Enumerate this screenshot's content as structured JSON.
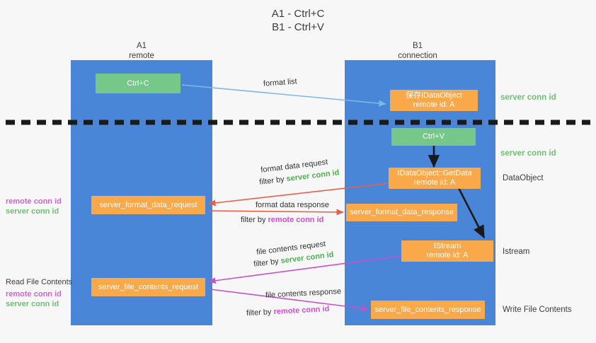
{
  "title": {
    "line1": "A1 - Ctrl+C",
    "line2": "B1 - Ctrl+V"
  },
  "columns": [
    {
      "name": "A1",
      "sub": "remote"
    },
    {
      "name": "B1",
      "sub": "connection"
    }
  ],
  "nodes": {
    "ctrl_c": {
      "line1": "Ctrl+C"
    },
    "save_idataobject": {
      "line1": "保存IDataObject",
      "line2": "remote id: A"
    },
    "ctrl_v": {
      "line1": "Ctrl+V"
    },
    "getdata": {
      "line1": "IDataObject::GetData",
      "line2": "remote id: A"
    },
    "server_format_data_request": {
      "line1": "server_format_data_request"
    },
    "server_format_data_response": {
      "line1": "server_format_data_response"
    },
    "istream": {
      "line1": "IStream",
      "line2": "remote id: A"
    },
    "server_file_contents_request": {
      "line1": "server_file_contents_request"
    },
    "server_file_contents_response": {
      "line1": "server_file_contents_response"
    }
  },
  "edge_labels": {
    "format_list": "format list",
    "format_data_request": "format data request",
    "format_data_request_filter_prefix": "filter by ",
    "format_data_request_filter_value": "server conn id",
    "format_data_response": "format data response",
    "format_data_response_filter_prefix": "filter by ",
    "format_data_response_filter_value": "remote conn id",
    "file_contents_request": "file contents request",
    "file_contents_request_filter_prefix": "filter by ",
    "file_contents_request_filter_value": "server conn id",
    "file_contents_response": "file contents response",
    "file_contents_response_filter_prefix": "filter by ",
    "file_contents_response_filter_value": "remote conn id"
  },
  "right_labels": {
    "server_conn_id_top": "server conn id",
    "server_conn_id_mid": "server conn id",
    "dataobject": "DataObject",
    "istream": "Istream",
    "write_file_contents": "Write File Contents"
  },
  "left_labels": {
    "conn_ids_mid_remote": "remote conn id",
    "conn_ids_mid_server": "server conn id",
    "read_file_contents": "Read File Contents",
    "conn_ids_bottom_remote": "remote conn id",
    "conn_ids_bottom_server": "server conn id"
  },
  "colors": {
    "lane": "#4a86d8",
    "green_node": "#75c78a",
    "orange_node": "#f9a94a",
    "blue_arrow": "#7eb6e8",
    "red_arrow": "#e8604c",
    "magenta_arrow": "#c850c8",
    "black_arrow": "#1a1a1a",
    "divider": "#1a1a1a"
  }
}
